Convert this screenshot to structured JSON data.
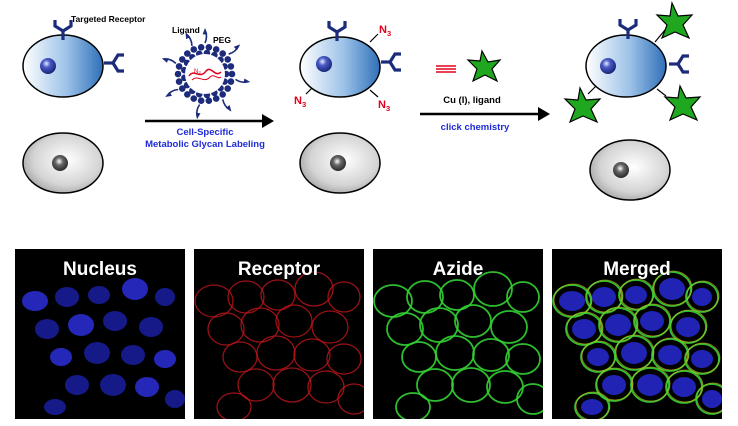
{
  "scheme": {
    "receptor_label": "Targeted Receptor",
    "ligand_label": "Ligand",
    "peg_label": "PEG",
    "liposome_cargo": "N₃",
    "step1_line1": "Cell-Specific",
    "step1_line2": "Metabolic Glycan Labeling",
    "azide_label": "N",
    "azide_subscript": "3",
    "step2_top": "Cu (I), ligand",
    "step2_bottom": "click chemistry"
  },
  "micrographs": [
    {
      "title": "Nucleus",
      "stain": "blue"
    },
    {
      "title": "Receptor",
      "stain": "red"
    },
    {
      "title": "Azide",
      "stain": "green"
    },
    {
      "title": "Merged",
      "stain": "merged"
    }
  ],
  "colors": {
    "cell_targeted": "#3b7fc4",
    "cell_control": "#9a9a9a",
    "receptor": "#1c2c7a",
    "azide_text": "#e0001b",
    "step_text": "#1f2bd6",
    "star": "#1fa81f",
    "alkyne": "#e0001b",
    "nucleus": "#1f2b8c"
  }
}
